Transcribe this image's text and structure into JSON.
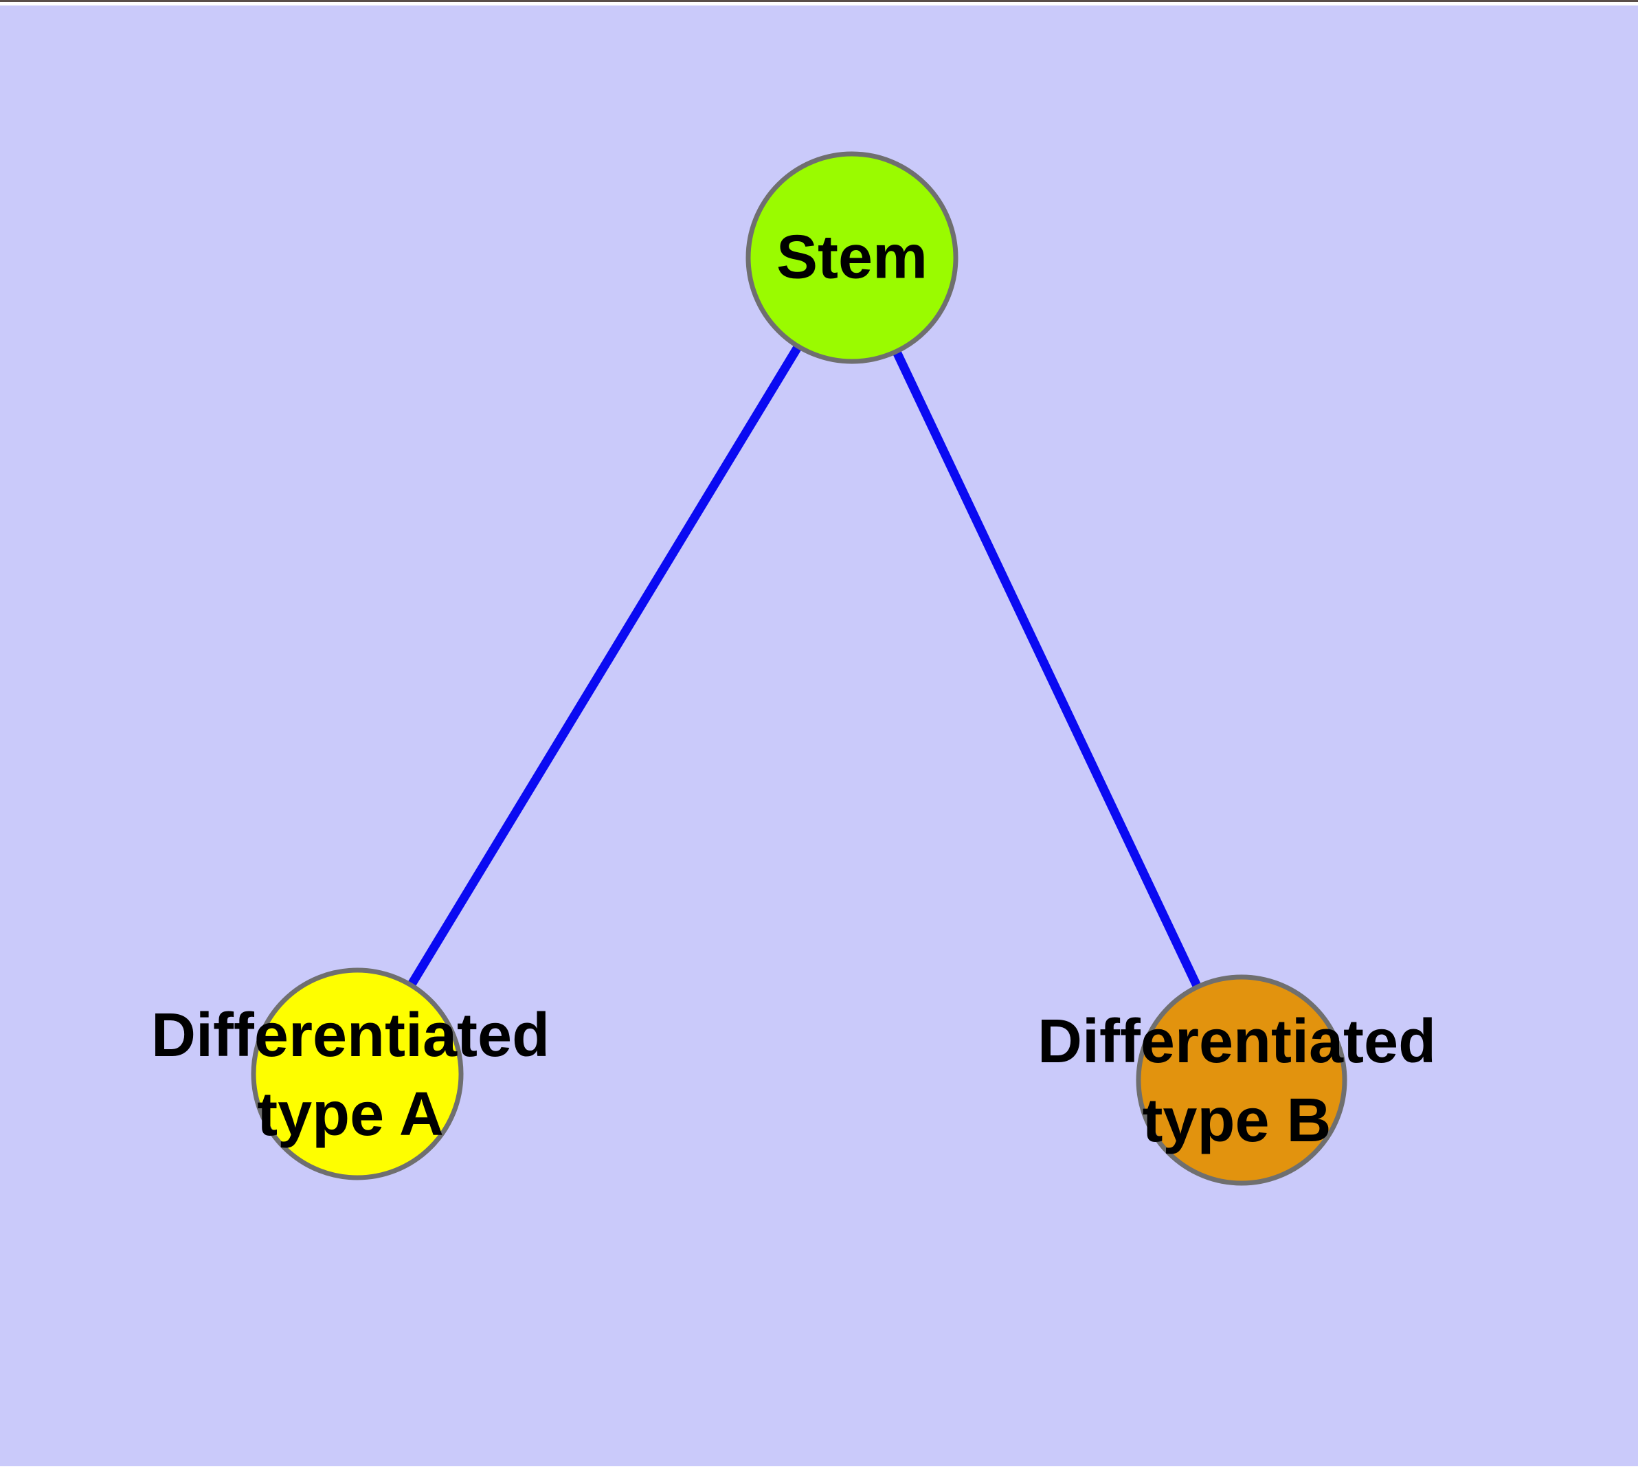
{
  "diagram": {
    "background_color": "#cacafa",
    "edge_color": "#0a0af2",
    "node_border_color": "#6f6f6f",
    "label_color": "#000000",
    "nodes": [
      {
        "id": "stem",
        "label": "Stem",
        "fill_color": "#9afb00"
      },
      {
        "id": "differentiated-type-a",
        "label_line1": "Differentiated",
        "label_line2": "type A",
        "fill_color": "#fefe00"
      },
      {
        "id": "differentiated-type-b",
        "label_line1": "Differentiated",
        "label_line2": "type B",
        "fill_color": "#e2930e"
      }
    ],
    "edges": [
      {
        "from": "Stem",
        "to": "Differentiated type A"
      },
      {
        "from": "Stem",
        "to": "Differentiated type B"
      }
    ]
  }
}
